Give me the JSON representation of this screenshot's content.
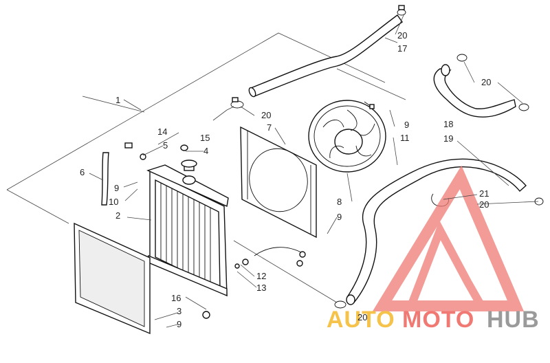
{
  "diagram": {
    "callouts": [
      {
        "id": "c1",
        "text": "1"
      },
      {
        "id": "c2",
        "text": "2"
      },
      {
        "id": "c3",
        "text": "3"
      },
      {
        "id": "c4",
        "text": "4"
      },
      {
        "id": "c5",
        "text": "5"
      },
      {
        "id": "c6",
        "text": "6"
      },
      {
        "id": "c7",
        "text": "7"
      },
      {
        "id": "c8",
        "text": "8"
      },
      {
        "id": "c9a",
        "text": "9"
      },
      {
        "id": "c9b",
        "text": "9"
      },
      {
        "id": "c9c",
        "text": "9"
      },
      {
        "id": "c9d",
        "text": "9"
      },
      {
        "id": "c10",
        "text": "10"
      },
      {
        "id": "c11",
        "text": "11"
      },
      {
        "id": "c12",
        "text": "12"
      },
      {
        "id": "c13",
        "text": "13"
      },
      {
        "id": "c14",
        "text": "14"
      },
      {
        "id": "c15",
        "text": "15"
      },
      {
        "id": "c16",
        "text": "16"
      },
      {
        "id": "c17",
        "text": "17"
      },
      {
        "id": "c18",
        "text": "18"
      },
      {
        "id": "c19",
        "text": "19"
      },
      {
        "id": "c20a",
        "text": "20"
      },
      {
        "id": "c20b",
        "text": "20"
      },
      {
        "id": "c20c",
        "text": "20"
      },
      {
        "id": "c20d",
        "text": "20"
      },
      {
        "id": "c20e",
        "text": "20"
      },
      {
        "id": "c21",
        "text": "21"
      }
    ]
  },
  "watermark": {
    "part1": "AUTO",
    "part2": "MOTO",
    "part3": "HUB",
    "colors": {
      "auto": "#f5c24a",
      "moto": "#f07a73",
      "hub": "#9a9a9a",
      "logo": "#f07a73"
    }
  }
}
